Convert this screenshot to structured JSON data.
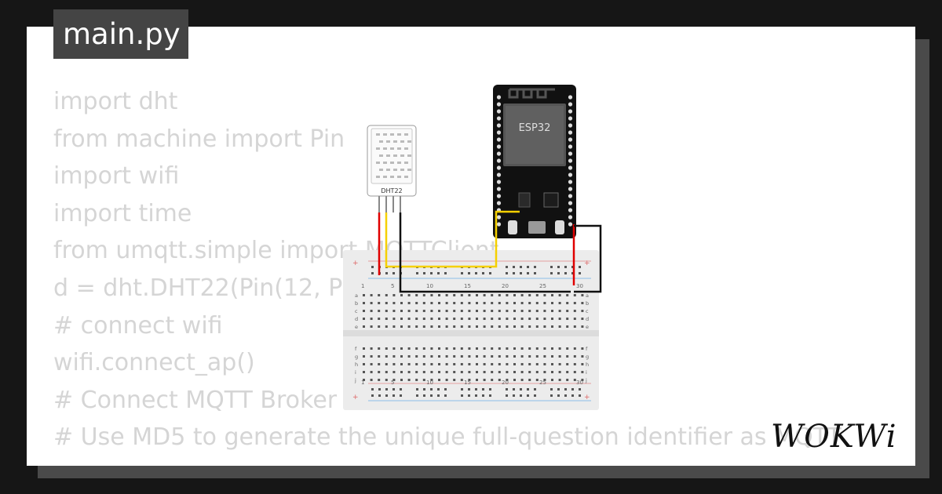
{
  "editor": {
    "file_tab": "main.py",
    "code_lines": [
      "import dht",
      "from machine import Pin",
      "import wifi",
      "import time",
      "from umqtt.simple import MQTTClient",
      "",
      "d = dht.DHT22(Pin(12, Pin.IN))",
      "# connect wifi",
      "wifi.connect_ap()",
      "# Connect MQTT Broker",
      "# Use MD5 to generate the unique full-question identifier as MQTT"
    ]
  },
  "components": {
    "sensor_label": "DHT22",
    "board_label": "ESP32",
    "breadboard_numbers": [
      "1",
      "5",
      "10",
      "15",
      "20",
      "25",
      "30"
    ],
    "breadboard_rows_top": [
      "a",
      "b",
      "c",
      "d",
      "e"
    ],
    "breadboard_rows_bottom": [
      "f",
      "g",
      "h",
      "i",
      "j"
    ]
  },
  "wire_colors": {
    "vcc": "#e00000",
    "data": "#f5d000",
    "gnd": "#111111"
  },
  "brand": {
    "logo_text": "WOKWi"
  }
}
